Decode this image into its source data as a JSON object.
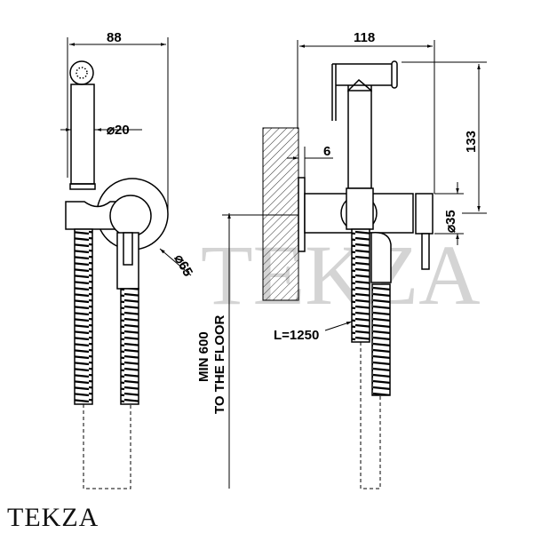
{
  "brand": "TEKZA",
  "watermark": "TEKZA",
  "left_view": {
    "width_label": "88",
    "handle_diameter_label": "⌀20",
    "ring_diameter_label": "⌀65"
  },
  "right_view": {
    "depth_label": "118",
    "height_label": "133",
    "body_diameter_label": "⌀35",
    "wall_gap_label": "6",
    "hose_length_label": "L=1250",
    "floor_label_line1": "MIN 600",
    "floor_label_line2": "TO THE FLOOR"
  },
  "colors": {
    "line": "#000000",
    "watermark": "#d4d4d4"
  }
}
